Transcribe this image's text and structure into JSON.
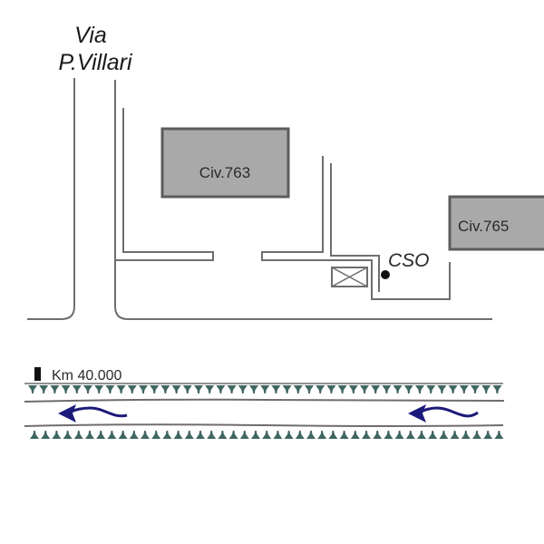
{
  "street_label": {
    "line1": "Via",
    "line2": "P.Villari"
  },
  "buildings": [
    {
      "label": "Civ.763"
    },
    {
      "label": "Civ.765"
    }
  ],
  "cso_label": "CSO",
  "km_marker": "Km 40.000",
  "colors": {
    "road_line": "#6e6e6e",
    "building_fill": "#a9a9a9",
    "building_border": "#5c5c5c",
    "bank_teeth": "#3f6660",
    "flow_arrow": "#1c1a7a",
    "cso_point": "#111111",
    "km_marker": "#111111"
  },
  "flow_direction": "right-to-left"
}
